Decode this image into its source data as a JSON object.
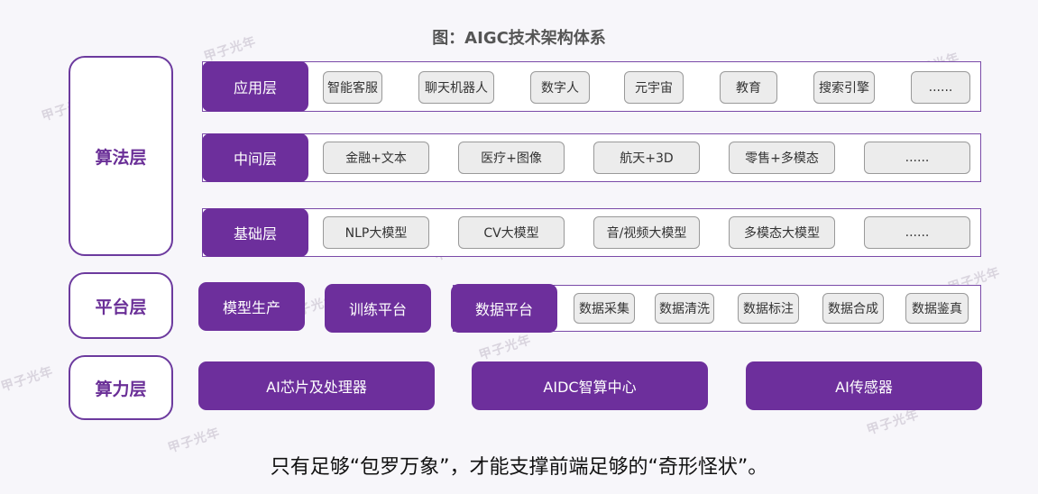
{
  "title": "图：AIGC技术架构体系",
  "side_labels": {
    "algorithm": "算法层",
    "platform": "平台层",
    "compute": "算力层"
  },
  "algorithm_rows": [
    {
      "label": "应用层",
      "items": [
        "智能客服",
        "聊天机器人",
        "数字人",
        "元宇宙",
        "教育",
        "搜索引擎",
        "......"
      ]
    },
    {
      "label": "中间层",
      "items": [
        "金融+文本",
        "医疗+图像",
        "航天+3D",
        "零售+多模态",
        "......"
      ]
    },
    {
      "label": "基础层",
      "items": [
        "NLP大模型",
        "CV大模型",
        "音/视频大模型",
        "多模态大模型",
        "......"
      ]
    }
  ],
  "platform": {
    "boxes": [
      "模型生产",
      "训练平台"
    ],
    "data_platform": {
      "label": "数据平台",
      "items": [
        "数据采集",
        "数据清洗",
        "数据标注",
        "数据合成",
        "数据鉴真"
      ]
    }
  },
  "compute_boxes": [
    "AI芯片及处理器",
    "AIDC智算中心",
    "AI传感器"
  ],
  "caption": "只有足够“包罗万象”，才能支撑前端足够的“奇形怪状”。",
  "watermark": "甲子光年"
}
